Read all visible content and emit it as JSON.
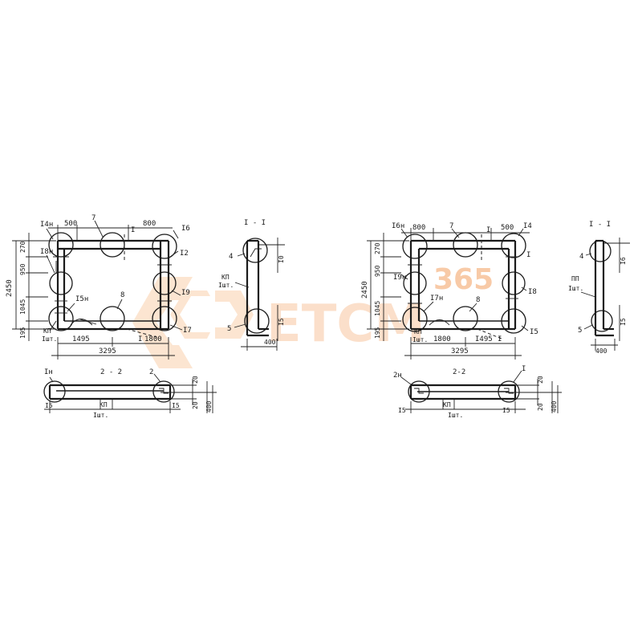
{
  "watermark": {
    "brand": "ETCM",
    "number": "365",
    "color": "#f5a35a"
  },
  "left": {
    "plan": {
      "dims_top": [
        "500",
        "800"
      ],
      "dims_left": [
        "2450",
        "270",
        "950",
        "1045",
        "195"
      ],
      "dims_bottom": [
        "1495",
        "I",
        "1800"
      ],
      "total": "3295",
      "callouts": [
        "I4н",
        "7",
        "I6",
        "I8н",
        "I5н",
        "8",
        "I9",
        "I7",
        "I2",
        "I"
      ],
      "panel_label": [
        "КП",
        "Iшт."
      ]
    },
    "section_2": {
      "title": "2 - 2",
      "callouts": [
        "Iн",
        "2"
      ],
      "dims": [
        "I5",
        "I5",
        "20",
        "20",
        "400"
      ],
      "panel_label": [
        "КП",
        "Iшт."
      ]
    },
    "section_1": {
      "title": "I - I",
      "callouts": [
        "4",
        "5"
      ],
      "dims": [
        "I0",
        "I5",
        "400"
      ],
      "panel_label": [
        "КП",
        "Iшт."
      ]
    }
  },
  "right": {
    "plan": {
      "dims_top": [
        "800",
        "500"
      ],
      "dims_left": [
        "2450",
        "270",
        "950",
        "1045",
        "195"
      ],
      "dims_bottom": [
        "1800",
        "I495",
        "I"
      ],
      "total": "3295",
      "callouts": [
        "I6н",
        "7",
        "I",
        "I4",
        "I9н",
        "I7н",
        "8",
        "I8",
        "I5",
        "I"
      ],
      "panel_label": [
        "КП",
        "Iшт."
      ]
    },
    "section_2": {
      "title": "2-2",
      "callouts": [
        "2н",
        "I"
      ],
      "dims": [
        "I5",
        "I5",
        "20",
        "20",
        "400"
      ],
      "panel_label": [
        "КП",
        "Iшт."
      ]
    },
    "section_1": {
      "title": "I - I",
      "callouts": [
        "4",
        "5"
      ],
      "dims": [
        "I6",
        "I5",
        "400"
      ],
      "panel_label": [
        "ПП",
        "Iшт."
      ]
    }
  }
}
